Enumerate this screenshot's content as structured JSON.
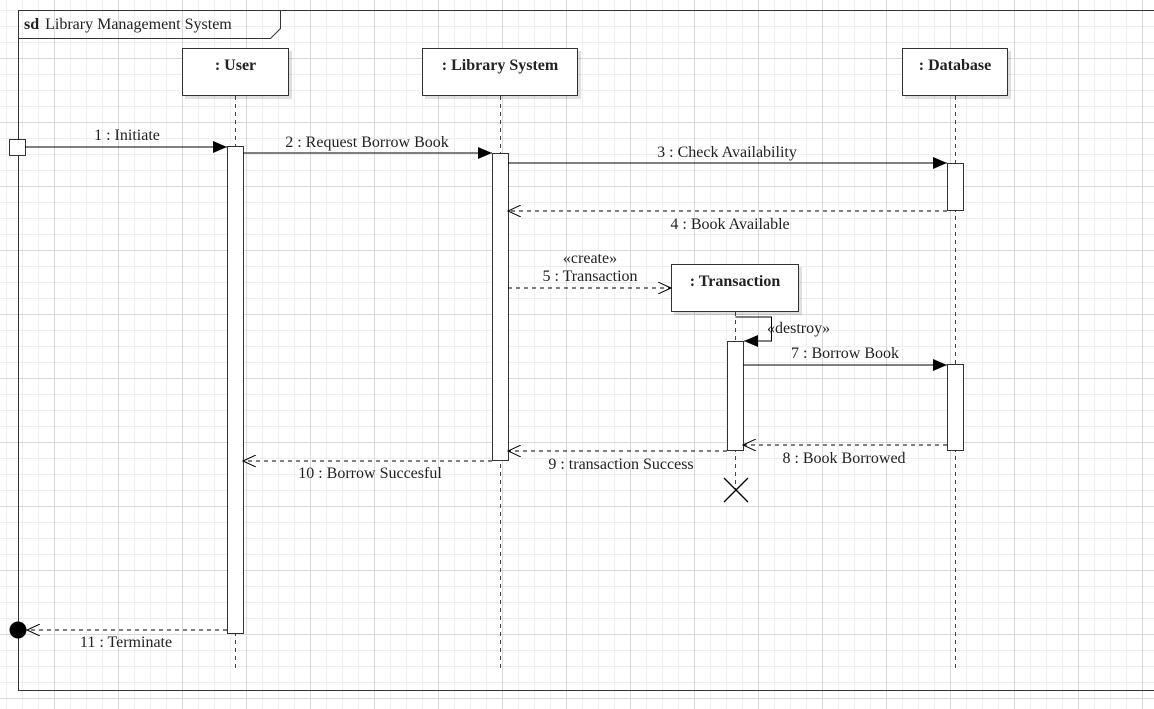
{
  "frame": {
    "keyword": "sd",
    "name": "Library Management System"
  },
  "lifelines": {
    "user": ": User",
    "library_system": ": Library System",
    "database": ": Database",
    "transaction": ": Transaction"
  },
  "messages": {
    "m1": "1 : Initiate",
    "m2": "2 : Request Borrow Book",
    "m3": "3 : Check Availability",
    "m4": "4 : Book Available",
    "m5_stereotype": "«create»",
    "m5": "5 : Transaction",
    "m6_stereotype": "«destroy»",
    "m7": "7 : Borrow Book",
    "m8": "8 : Book Borrowed",
    "m9": "9 : transaction Success",
    "m10": "10 : Borrow Succesful",
    "m11": "11 : Terminate"
  }
}
